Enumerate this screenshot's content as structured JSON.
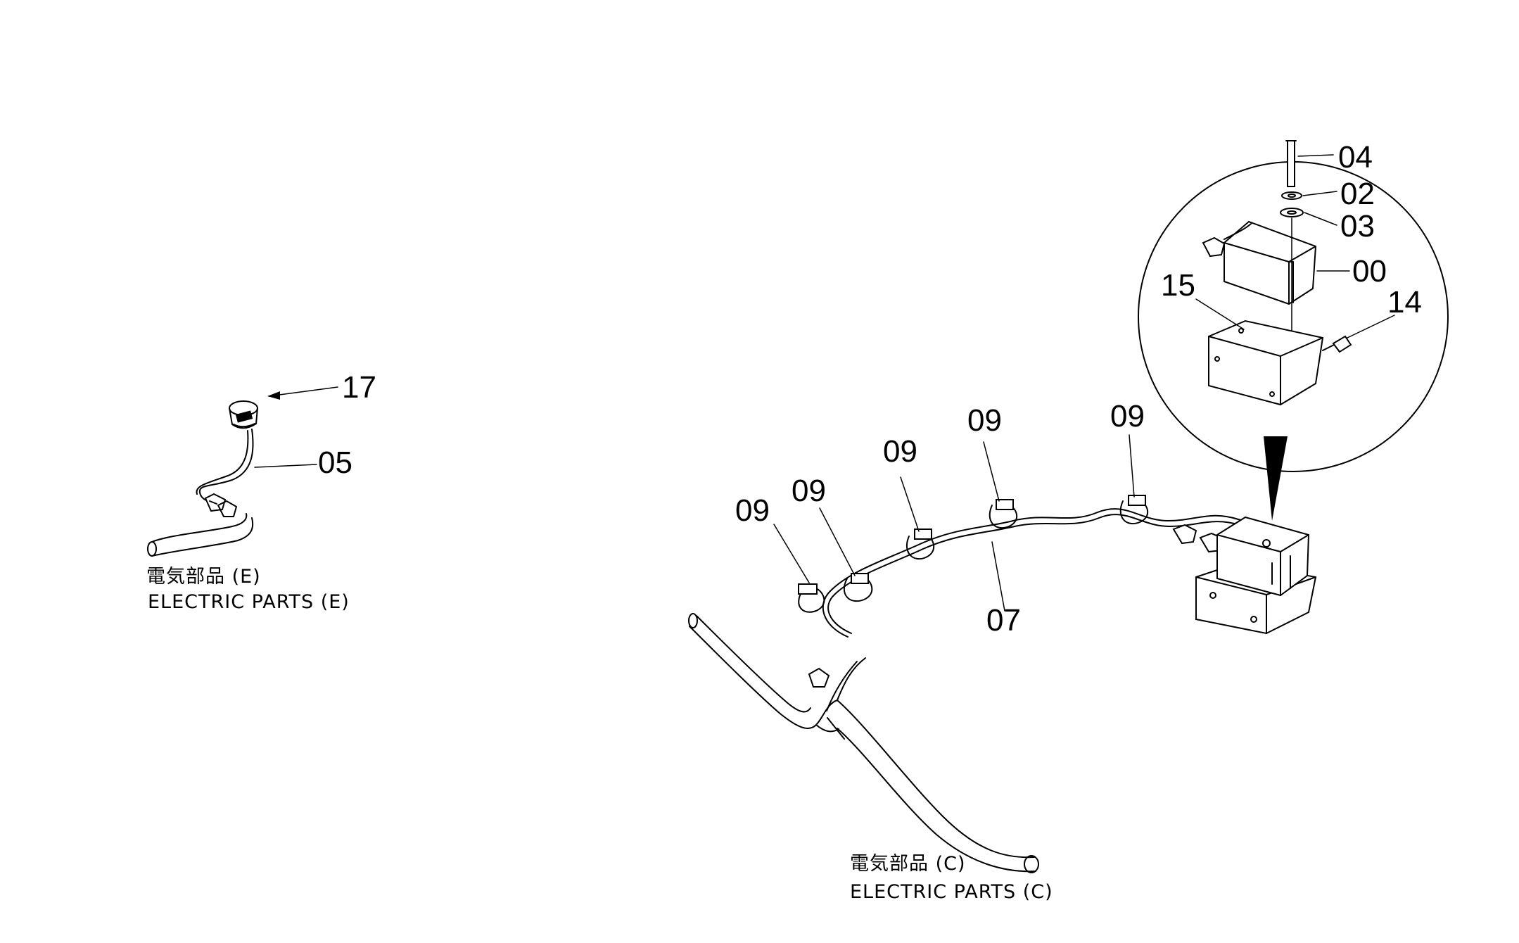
{
  "callouts": {
    "c04": "04",
    "c02": "02",
    "c03": "03",
    "c00": "00",
    "c15": "15",
    "c14": "14",
    "c17": "17",
    "c05": "05",
    "c07": "07",
    "c09": "09"
  },
  "captions": {
    "left_jp": "電気部品 (E)",
    "left_en": "ELECTRIC PARTS (E)",
    "bottom_jp": "電気部品 (C)",
    "bottom_en": "ELECTRIC PARTS (C)"
  }
}
